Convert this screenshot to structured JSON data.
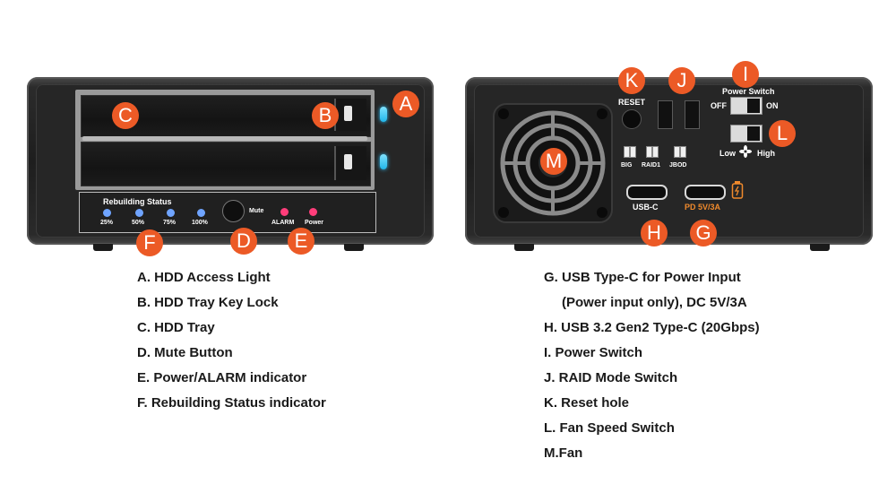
{
  "front": {
    "rebuild_title": "Rebuilding Status",
    "rebuild_levels": [
      "25%",
      "50%",
      "75%",
      "100%"
    ],
    "mute_label": "Mute",
    "alarm_label": "ALARM",
    "power_label": "Power"
  },
  "rear": {
    "reset_label": "RESET",
    "power_switch_label": "Power Switch",
    "off_label": "OFF",
    "on_label": "ON",
    "fan_low_label": "Low",
    "fan_high_label": "High",
    "raid_modes": [
      "BIG",
      "RAID1",
      "JBOD"
    ],
    "usbc_label": "USB-C",
    "pd_label": "PD 5V/3A"
  },
  "callouts": {
    "a": "A",
    "b": "B",
    "c": "C",
    "d": "D",
    "e": "E",
    "f": "F",
    "g": "G",
    "h": "H",
    "i": "I",
    "j": "J",
    "k": "K",
    "l": "L",
    "m": "M"
  },
  "legend_left": [
    "A. HDD Access Light",
    "B. HDD Tray Key Lock",
    "C. HDD Tray",
    "D. Mute Button",
    "E. Power/ALARM indicator",
    "F. Rebuilding Status indicator"
  ],
  "legend_right": [
    "G. USB Type-C for Power Input",
    "(Power input only), DC 5V/3A",
    "H. USB 3.2 Gen2 Type-C (20Gbps)",
    "I.  Power Switch",
    "J. RAID Mode Switch",
    "K. Reset hole",
    "L. Fan Speed Switch",
    "M.Fan"
  ],
  "colors": {
    "callout": "#ec5a26",
    "led_blue": "#2ec3ff",
    "led_pink": "#ff3d7a",
    "rebuild_led": "#6fa4ff",
    "pd_orange": "#f08a2c"
  }
}
